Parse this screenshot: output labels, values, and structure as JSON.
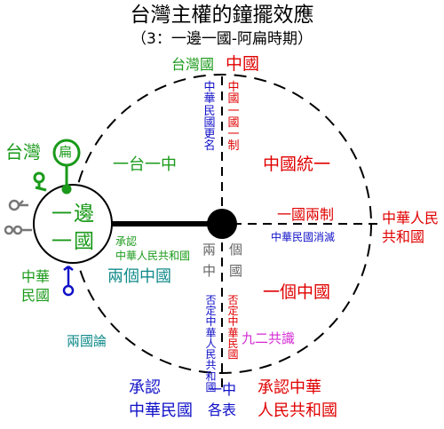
{
  "title": "台灣主權的鐘擺效應",
  "subtitle": "（3：一邊一國-阿扁時期）",
  "labels": {
    "taiwan_country": "台灣國",
    "china": "中國",
    "roc_renamed": "中華民國更名",
    "china_one_country_one_system": "中國一國一制",
    "taiwan": "台灣",
    "bian": "扁",
    "one_taiwan_one_china": "一台一中",
    "china_unification": "中國統一",
    "one_side_one_country": "一邊一國",
    "one_country_two_systems": "一國兩制",
    "prc": "中華人民共和國",
    "roc_abolished": "中華民國消滅",
    "recognize_prc_small": "承認中華人民共和國",
    "two": "兩",
    "each": "個",
    "middle": "中",
    "country": "國",
    "roc": "中華民國",
    "two_chinas": "兩個中國",
    "one_china": "一個中國",
    "deny_prc": "否定中華人民共和國",
    "deny_roc": "否定中華民國",
    "two_states_theory": "兩國論",
    "consensus_1992": "九二共識",
    "recognize": "承認",
    "roc_bottom": "中華民國",
    "one_china_bottom": "一中",
    "each_interpretation": "各表",
    "recognize_prc_bottom_1": "承認中華",
    "recognize_prc_bottom_2": "人民共和國"
  },
  "colors": {
    "green": "#1a9a1a",
    "red": "#e00000",
    "blue": "#1010c8",
    "teal": "#118a8a",
    "gray": "#666666",
    "purple": "#d42ad4",
    "black": "#000000"
  }
}
